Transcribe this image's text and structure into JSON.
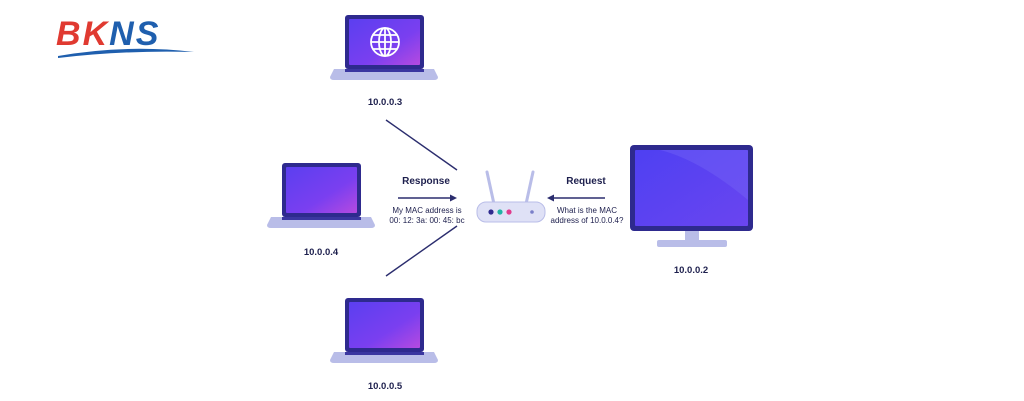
{
  "logo": {
    "text": "BKNS"
  },
  "nodes": {
    "top_laptop": {
      "ip": "10.0.0.3",
      "icon": "globe-icon"
    },
    "left_laptop": {
      "ip": "10.0.0.4"
    },
    "bottom_laptop": {
      "ip": "10.0.0.5"
    },
    "desktop": {
      "ip": "10.0.0.2"
    },
    "router": {
      "icon": "router-icon"
    }
  },
  "response": {
    "title": "Response",
    "line1": "My MAC address is",
    "line2": "00: 12: 3a: 00: 45: bc"
  },
  "request": {
    "title": "Request",
    "line1": "What is the MAC",
    "line2": "address of 10.0.0.4?"
  },
  "colors": {
    "screen": "#6d3df2",
    "screen_accent": "#a04be3",
    "frame": "#2e2a8e",
    "base": "#b9bde8",
    "lines": "#2b2d6e",
    "logo_red": "#e03a31",
    "logo_blue": "#1f5fae"
  }
}
